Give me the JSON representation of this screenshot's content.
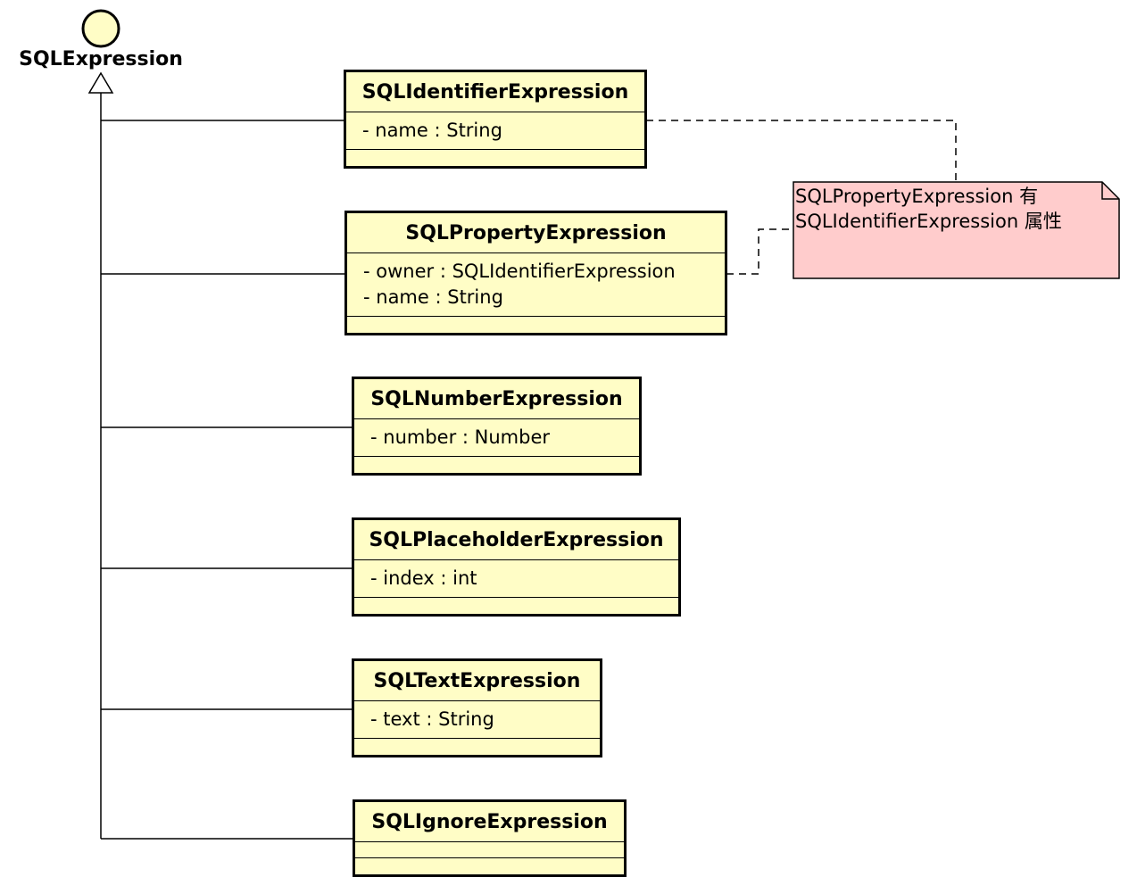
{
  "diagram": {
    "interface": {
      "name": "SQLExpression"
    },
    "classes": [
      {
        "name": "SQLIdentifierExpression",
        "attributes": [
          "- name : String"
        ]
      },
      {
        "name": "SQLPropertyExpression",
        "attributes": [
          "- owner : SQLIdentifierExpression",
          "- name : String"
        ]
      },
      {
        "name": "SQLNumberExpression",
        "attributes": [
          "- number : Number"
        ]
      },
      {
        "name": "SQLPlaceholderExpression",
        "attributes": [
          "- index : int"
        ]
      },
      {
        "name": "SQLTextExpression",
        "attributes": [
          "- text : String"
        ]
      },
      {
        "name": "SQLIgnoreExpression",
        "attributes": []
      }
    ],
    "note": {
      "lines": [
        "SQLPropertyExpression 有",
        "SQLIdentifierExpression 属性"
      ]
    },
    "colors": {
      "class_fill": "#fffdc6",
      "interface_fill": "#fffdc6",
      "note_fill": "#ffcccc",
      "line": "#000000"
    }
  }
}
